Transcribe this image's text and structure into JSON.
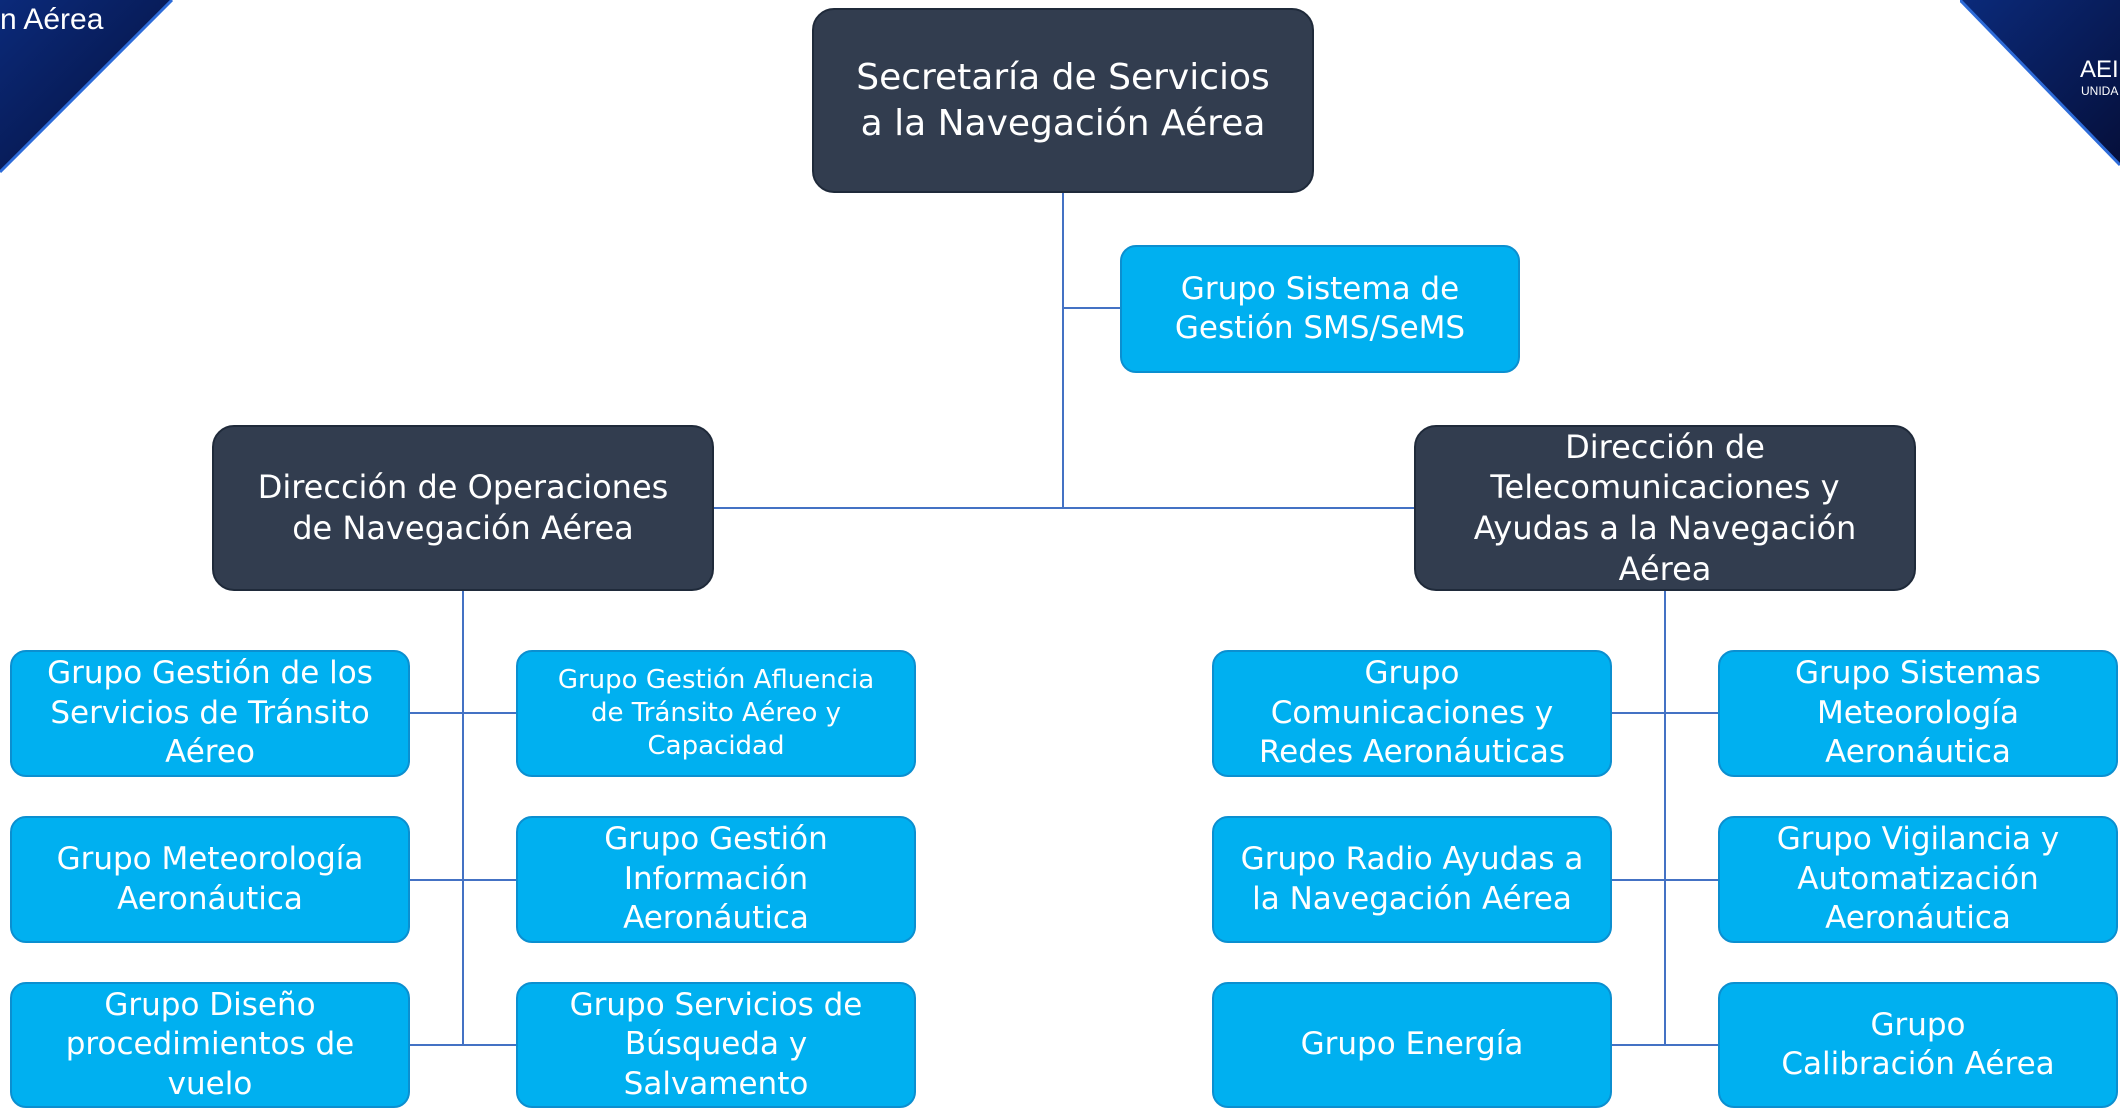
{
  "corner_left": {
    "text": "n Aérea"
  },
  "corner_right": {
    "line1": "AEI",
    "line2": "UNIDA"
  },
  "org_chart": {
    "root": "Secretaría de Servicios a la Navegación Aérea",
    "staff_group": "Grupo Sistema de Gestión SMS/SeMS",
    "left_branch": {
      "title": "Dirección de Operaciones de Navegación Aérea",
      "groups": [
        "Grupo Gestión de los Servicios de Tránsito Aéreo",
        "Grupo Gestión Afluencia de Tránsito Aéreo y Capacidad",
        "Grupo Meteorología Aeronáutica",
        "Grupo Gestión Información Aeronáutica",
        "Grupo Diseño procedimientos de vuelo",
        "Grupo Servicios de Búsqueda y Salvamento"
      ]
    },
    "right_branch": {
      "title": "Dirección de Telecomunicaciones y Ayudas a la Navegación Aérea",
      "groups": [
        "Grupo Comunicaciones y Redes Aeronáuticas",
        "Grupo Sistemas Meteorología Aeronáutica",
        "Grupo Radio Ayudas a la Navegación Aérea",
        "Grupo Vigilancia y Automatización Aeronáutica",
        "Grupo Energía",
        "Grupo Calibración Aérea"
      ]
    }
  },
  "colors": {
    "dark_box": "#323d4f",
    "blue_box": "#00b0f0",
    "connector": "#4472c4",
    "banner": "#0a1e5e"
  }
}
